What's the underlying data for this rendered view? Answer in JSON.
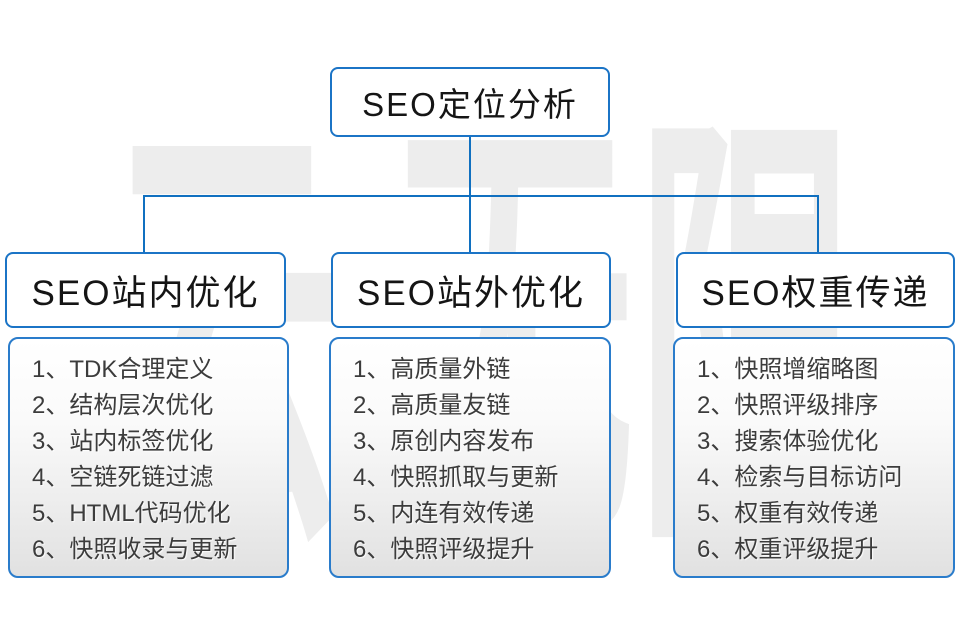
{
  "diagram": {
    "root": {
      "label": "SEO定位分析"
    },
    "branches": [
      {
        "title": "SEO站内优化",
        "items": [
          "1、TDK合理定义",
          "2、结构层次优化",
          "3、站内标签优化",
          "4、空链死链过滤",
          "5、HTML代码优化",
          "6、快照收录与更新"
        ]
      },
      {
        "title": "SEO站外优化",
        "items": [
          "1、高质量外链",
          "2、高质量友链",
          "3、原创内容发布",
          "4、快照抓取与更新",
          "5、内连有效传递",
          "6、快照评级提升"
        ]
      },
      {
        "title": "SEO权重传递",
        "items": [
          "1、快照增缩略图",
          "2、快照评级排序",
          "3、搜索体验优化",
          "4、检索与目标访问",
          "5、权重有效传递",
          "6、权重评级提升"
        ]
      }
    ]
  },
  "watermark": {
    "text": "云无限",
    "chars": [
      "云",
      "无",
      "限"
    ]
  },
  "colors": {
    "accent_blue": "#1b74c6",
    "connector_blue": "#1070c0",
    "watermark_gray": "#ededed",
    "list_gradient_bottom": "#e1e1e1",
    "text_dark": "#151515",
    "list_text": "#3c3c3c"
  }
}
